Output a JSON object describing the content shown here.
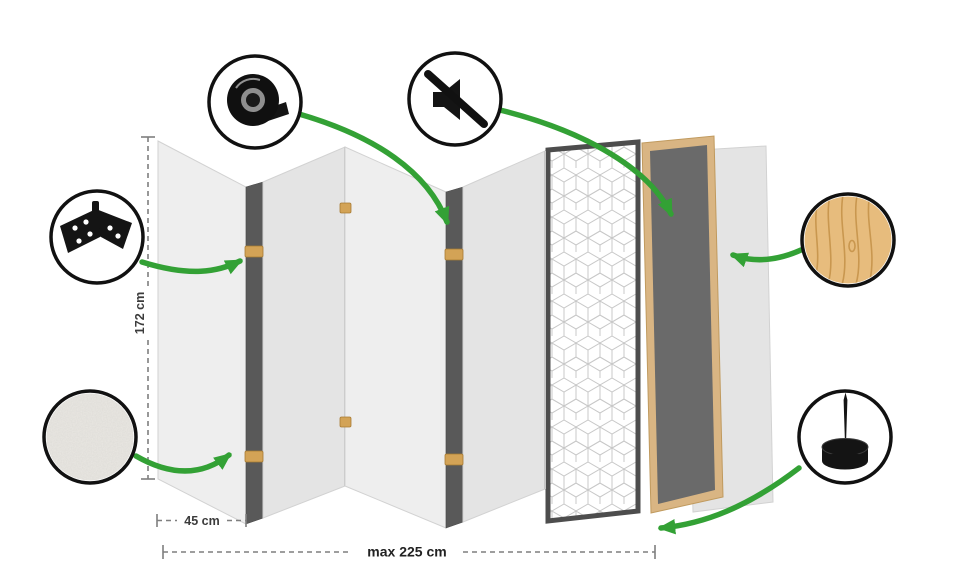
{
  "diagram": {
    "dimensions": {
      "height_label": "172 cm",
      "panel_width_label": "45 cm",
      "total_width_label": "max 225 cm"
    },
    "features": [
      {
        "icon": "tape-roll-icon"
      },
      {
        "icon": "muted-speaker-icon"
      },
      {
        "icon": "hinge-icon"
      },
      {
        "icon": "fabric-texture-icon"
      },
      {
        "icon": "wood-texture-icon"
      },
      {
        "icon": "felt-pad-icon"
      }
    ],
    "colors": {
      "accent_green": "#33a135",
      "panel_light": "#eeeeee",
      "panel_shaded": "#e4e4e4",
      "panel_edge_dark": "#595959",
      "hinge_tan": "#d3a356",
      "wood_frame": "#d9b583",
      "dark_board": "#6a6a6a",
      "outline_black": "#111111"
    }
  }
}
